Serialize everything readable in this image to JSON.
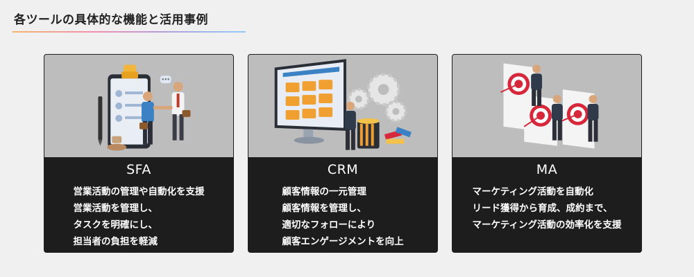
{
  "title": "各ツールの具体的な機能と活用事例",
  "cards": [
    {
      "heading": "SFA",
      "lines": [
        "営業活動の管理や自動化を支援",
        "営業活動を管理し、",
        "タスクを明確にし、",
        "担当者の負担を軽減"
      ]
    },
    {
      "heading": "CRM",
      "lines": [
        "顧客情報の一元管理",
        "顧客情報を管理し、",
        "適切なフォローにより",
        "顧客エンゲージメントを向上"
      ]
    },
    {
      "heading": "MA",
      "lines": [
        "マーケティング活動を自動化",
        "リード獲得から育成、成約まで、",
        "マーケティング活動の効率化を支援"
      ]
    }
  ],
  "colors": {
    "background": "#f0f0f0",
    "card_body": "#1d1d1d",
    "illustration_bg": "#bdbdbd",
    "accent_blue": "#2f6fb5",
    "target_red": "#d6283a",
    "folder_orange": "#f0a030"
  }
}
